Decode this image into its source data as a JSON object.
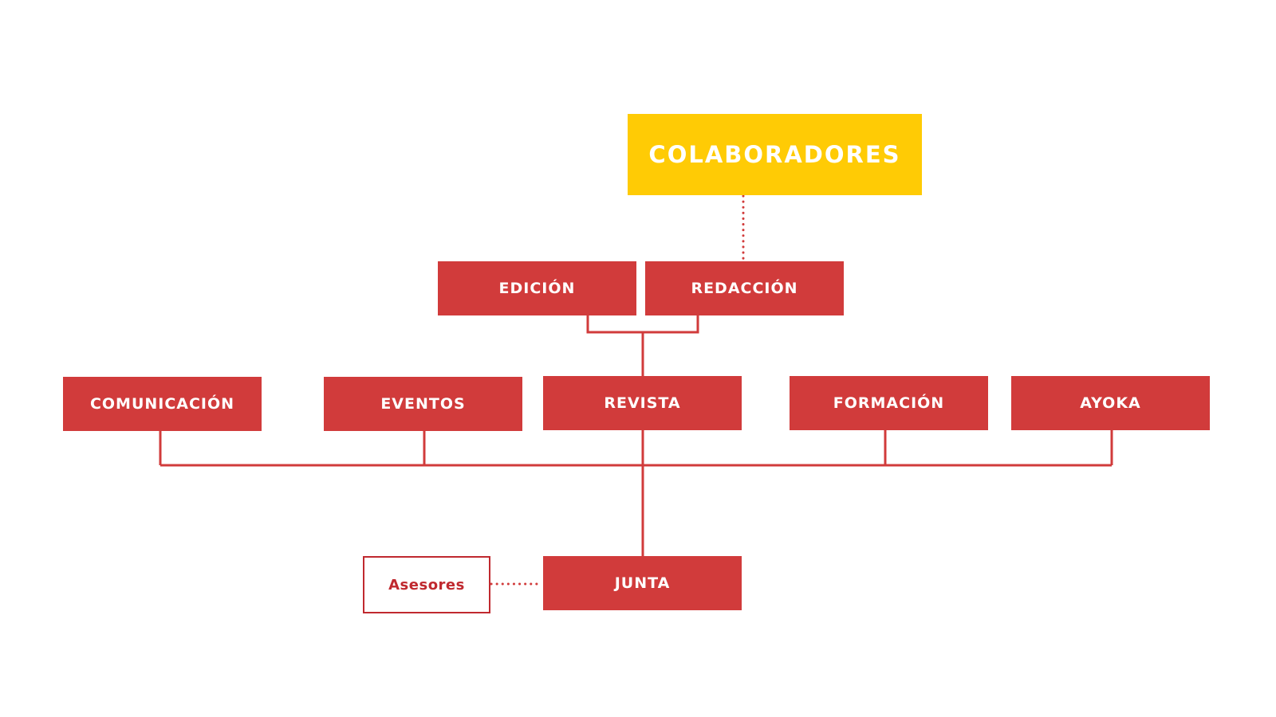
{
  "title": "",
  "colors": {
    "primary": "#d13b3b",
    "accent": "#ffcb05",
    "outline": "#c0292f",
    "background": "#ffffff"
  },
  "nodes": {
    "colaboradores": "COLABORADORES",
    "edicion": "EDICIÓN",
    "redaccion": "REDACCIÓN",
    "comunicacion": "COMUNICACIÓN",
    "eventos": "EVENTOS",
    "revista": "REVISTA",
    "formacion": "FORMACIÓN",
    "ayoka": "AYOKA",
    "junta": "JUNTA",
    "asesores": "Asesores"
  }
}
